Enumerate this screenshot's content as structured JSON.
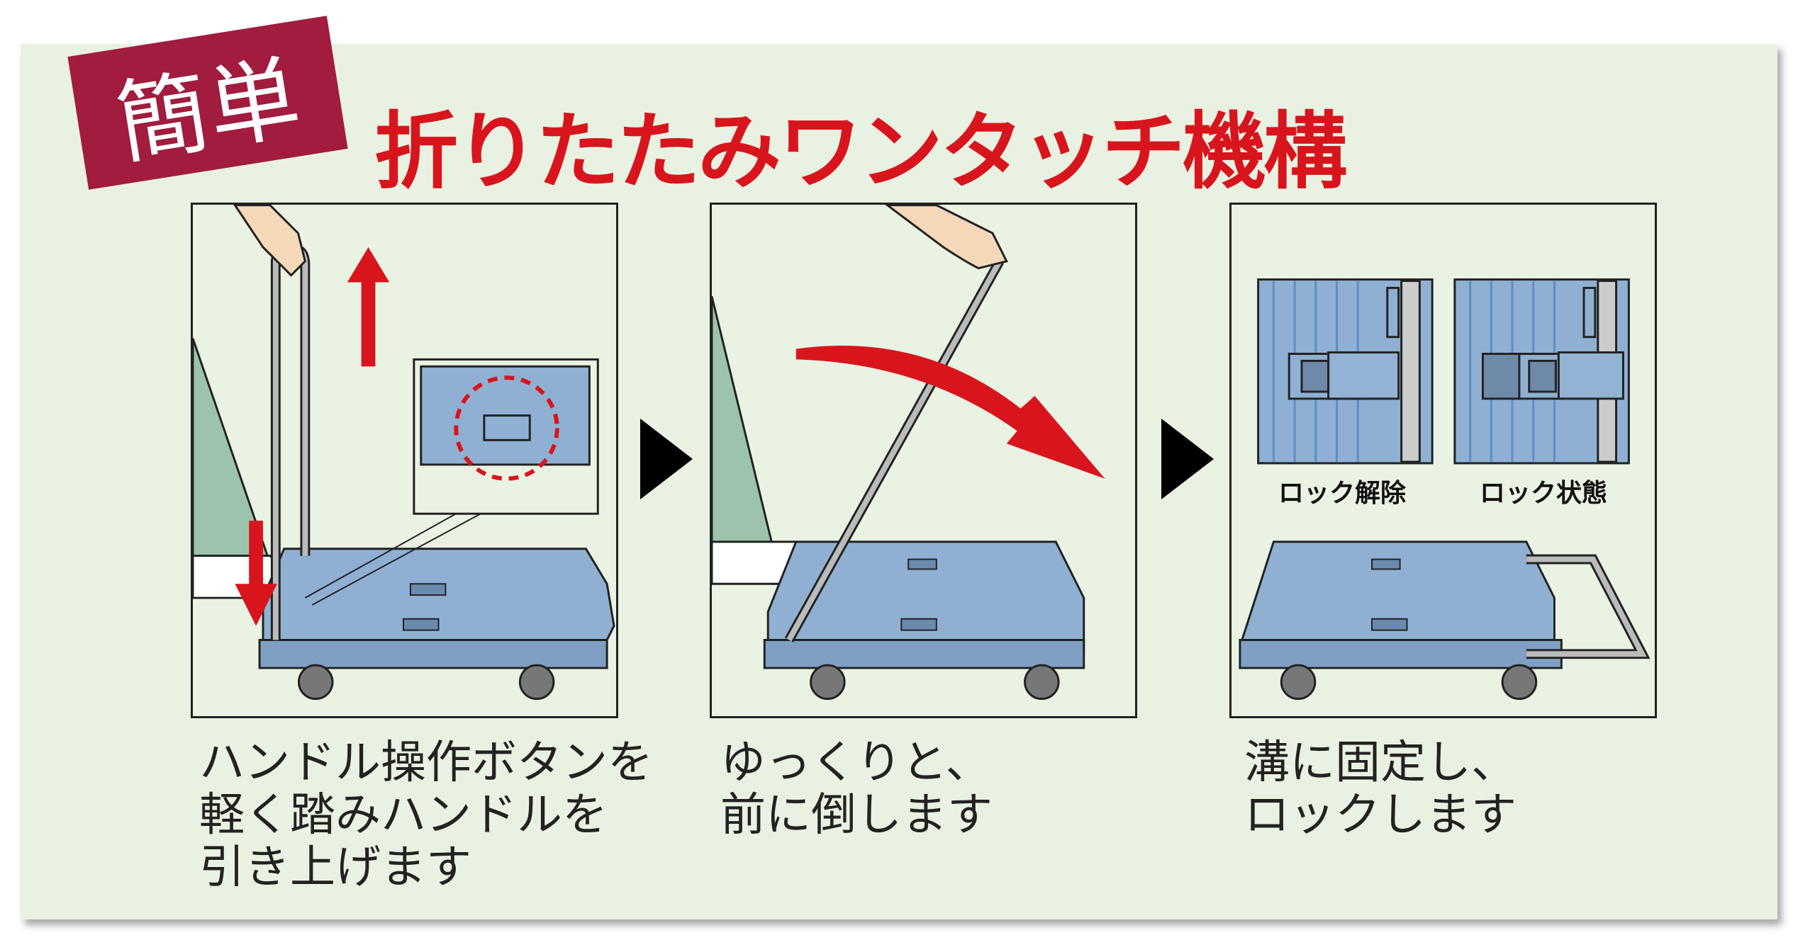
{
  "badge": "簡単",
  "title": "折りたたみワンタッチ機構",
  "steps": [
    {
      "caption": [
        "ハンドル操作ボタンを",
        "軽く踏みハンドルを",
        "引き上げます"
      ]
    },
    {
      "caption": [
        "ゆっくりと、",
        "前に倒します"
      ]
    },
    {
      "caption": [
        "溝に固定し、",
        "ロックします"
      ],
      "labels": {
        "unlock": "ロック解除",
        "locked": "ロック状態"
      }
    }
  ],
  "colors": {
    "badge": "#a11c3e",
    "title": "#d8151c",
    "cart": "#8fb0d2",
    "background": "#e9f1e2"
  }
}
